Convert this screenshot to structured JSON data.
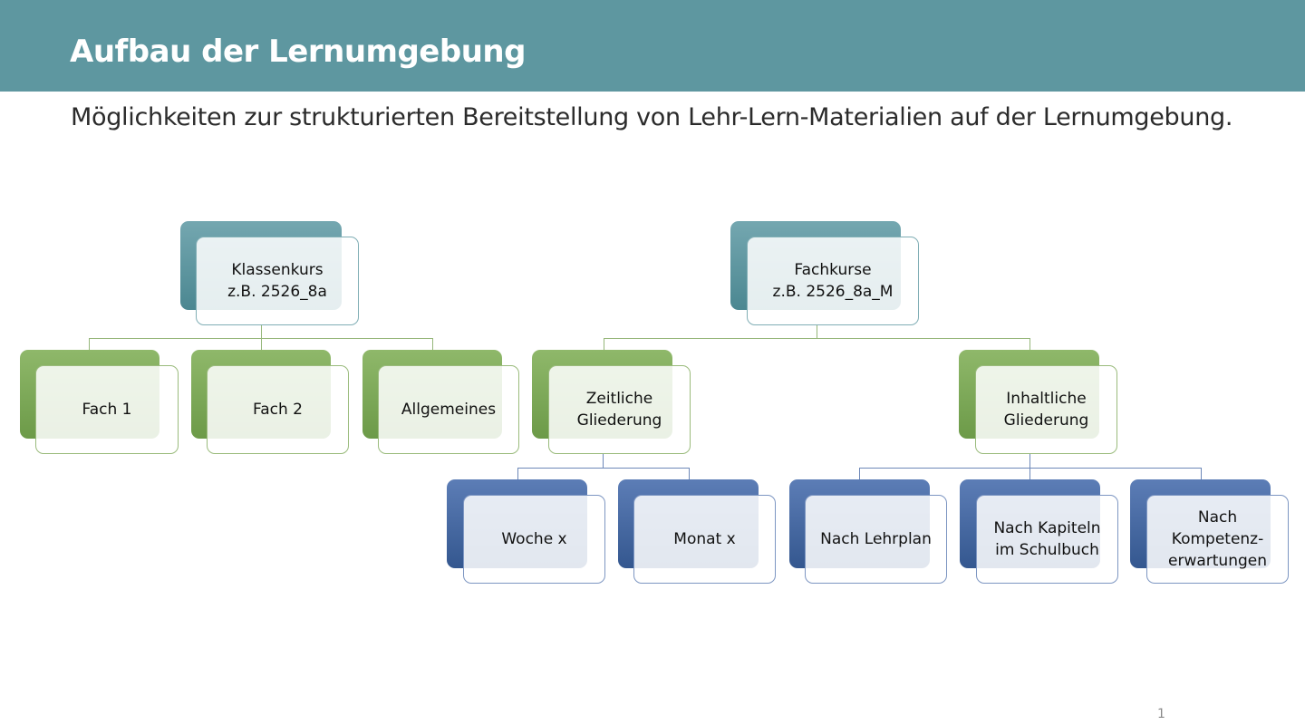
{
  "header": {
    "title": "Aufbau der Lernumgebung"
  },
  "subtitle": "Möglichkeiten zur strukturierten Bereitstellung von Lehr-Lern-Materialien auf der Lernumgebung.",
  "diagram": {
    "nodes": [
      {
        "id": "klassenkurs",
        "label": "Klassenkurs\nz.B. 2526_8a",
        "level": "root"
      },
      {
        "id": "fachkurse",
        "label": "Fachkurse\nz.B. 2526_8a_M",
        "level": "root"
      },
      {
        "id": "fach1",
        "label": "Fach 1",
        "level": "child",
        "parent": "klassenkurs"
      },
      {
        "id": "fach2",
        "label": "Fach 2",
        "level": "child",
        "parent": "klassenkurs"
      },
      {
        "id": "allgemeines",
        "label": "Allgemeines",
        "level": "child",
        "parent": "klassenkurs"
      },
      {
        "id": "zeitliche",
        "label": "Zeitliche\nGliederung",
        "level": "child",
        "parent": "fachkurse"
      },
      {
        "id": "inhaltliche",
        "label": "Inhaltliche\nGliederung",
        "level": "child",
        "parent": "fachkurse"
      },
      {
        "id": "woche",
        "label": "Woche x",
        "level": "grandchild",
        "parent": "zeitliche"
      },
      {
        "id": "monat",
        "label": "Monat x",
        "level": "grandchild",
        "parent": "zeitliche"
      },
      {
        "id": "lehrplan",
        "label": "Nach Lehrplan",
        "level": "grandchild",
        "parent": "inhaltliche"
      },
      {
        "id": "kapiteln",
        "label": "Nach Kapiteln\nim Schulbuch",
        "level": "grandchild",
        "parent": "inhaltliche"
      },
      {
        "id": "kompetenz",
        "label": "Nach\nKompetenz-\nerwartungen",
        "level": "grandchild",
        "parent": "inhaltliche"
      }
    ]
  },
  "footer": {
    "page_number": "1"
  },
  "colors": {
    "header": "#5e97a0",
    "root": "#5e97a0",
    "child": "#7ba956",
    "grandchild": "#3f63a0"
  }
}
